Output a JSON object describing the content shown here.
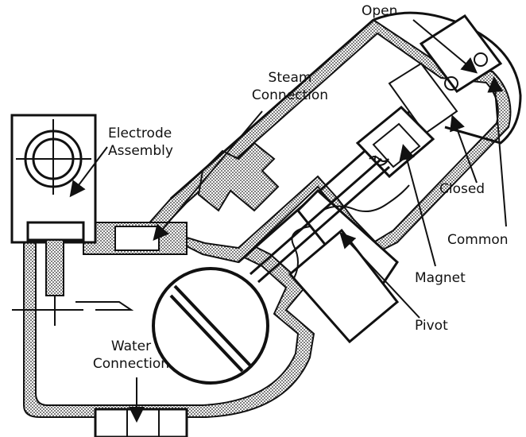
{
  "labels": {
    "open": "Open",
    "steam_line1": "Steam",
    "steam_line2": "Connection",
    "electrode_line1": "Electrode",
    "electrode_line2": "Assembly",
    "closed": "Closed",
    "common": "Common",
    "magnet": "Magnet",
    "pivot": "Pivot",
    "water_line1": "Water",
    "water_line2": "Connection"
  }
}
